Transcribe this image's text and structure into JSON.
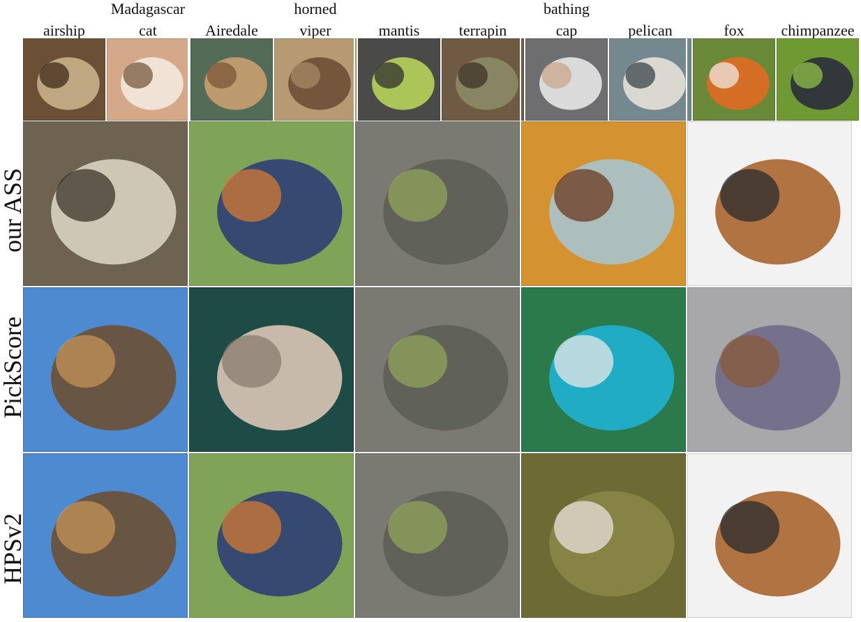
{
  "columns": [
    "airship",
    "Madagascar cat",
    "Airedale",
    "horned viper",
    "mantis",
    "terrapin",
    "bathing cap",
    "pelican",
    "fox",
    "chimpanzee"
  ],
  "column_headers": [
    {
      "line1": "",
      "line2": "airship"
    },
    {
      "line1": "Madagascar",
      "line2": "cat"
    },
    {
      "line1": "",
      "line2": "Airedale"
    },
    {
      "line1": "horned",
      "line2": "viper"
    },
    {
      "line1": "",
      "line2": "mantis"
    },
    {
      "line1": "",
      "line2": "terrapin"
    },
    {
      "line1": "bathing",
      "line2": "cap"
    },
    {
      "line1": "",
      "line2": "pelican"
    },
    {
      "line1": "",
      "line2": "fox"
    },
    {
      "line1": "",
      "line2": "chimpanzee"
    }
  ],
  "rows": [
    "our ASS",
    "PickScore",
    "HPSv2"
  ],
  "reference_images": [
    {
      "subject": "airship",
      "colors": [
        "#6b5035",
        "#c9b08a",
        "#3e2a18"
      ]
    },
    {
      "subject": "Madagascar cat",
      "colors": [
        "#d3a98a",
        "#f3e8dc",
        "#7a5a40"
      ]
    },
    {
      "subject": "Airedale",
      "colors": [
        "#546b58",
        "#c8a070",
        "#7d5638"
      ]
    },
    {
      "subject": "horned viper",
      "colors": [
        "#b79a74",
        "#6b4f35",
        "#a58a66"
      ]
    },
    {
      "subject": "mantis",
      "colors": [
        "#4a4a48",
        "#b7d35a",
        "#2f2f2d"
      ]
    },
    {
      "subject": "terrapin",
      "colors": [
        "#6f5a43",
        "#8b8a66",
        "#3d3328"
      ]
    },
    {
      "subject": "bathing cap",
      "colors": [
        "#6e6e70",
        "#e6e6e6",
        "#c9a58a"
      ]
    },
    {
      "subject": "pelican",
      "colors": [
        "#74888f",
        "#e5e1d8",
        "#3a464a"
      ]
    },
    {
      "subject": "fox",
      "colors": [
        "#6a8a3a",
        "#e06a22",
        "#f0e8e0"
      ]
    },
    {
      "subject": "chimpanzee",
      "colors": [
        "#6f9a33",
        "#2b2d3a",
        "#8fbf4a"
      ]
    }
  ],
  "grid": [
    [
      {
        "colors": [
          "#6e6350",
          "#d8d1c0",
          "#3a3328"
        ]
      },
      {
        "colors": [
          "#7fa357",
          "#2f3f73",
          "#d37a31"
        ]
      },
      {
        "colors": [
          "#7b7a72",
          "#5d5e56",
          "#8fa45a"
        ]
      },
      {
        "colors": [
          "#d49231",
          "#a9c4cc",
          "#6b3a22"
        ]
      },
      {
        "colors": [
          "#f2f2f2",
          "#a8652e",
          "#2a2b2c"
        ]
      }
    ],
    [
      {
        "colors": [
          "#4d8ad0",
          "#6b4f33",
          "#c49356"
        ]
      },
      {
        "colors": [
          "#1f4b46",
          "#d9c7b6",
          "#8b7b70"
        ]
      },
      {
        "colors": [
          "#7b7a72",
          "#5d5e56",
          "#8fa45a"
        ]
      },
      {
        "colors": [
          "#2b7a4c",
          "#1fb1d1",
          "#e8e8ea"
        ]
      },
      {
        "colors": [
          "#a8a8aa",
          "#6f6a88",
          "#8a5a3a"
        ]
      }
    ],
    [
      {
        "colors": [
          "#4d8ad0",
          "#6b4f33",
          "#c49356"
        ]
      },
      {
        "colors": [
          "#7fa357",
          "#2f3f73",
          "#d37a31"
        ]
      },
      {
        "colors": [
          "#7b7a72",
          "#5d5e56",
          "#8fa45a"
        ]
      },
      {
        "colors": [
          "#6d6b33",
          "#8a8647",
          "#e9e0dc"
        ]
      },
      {
        "colors": [
          "#f2f2f2",
          "#a8652e",
          "#2a2b2c"
        ]
      }
    ]
  ]
}
